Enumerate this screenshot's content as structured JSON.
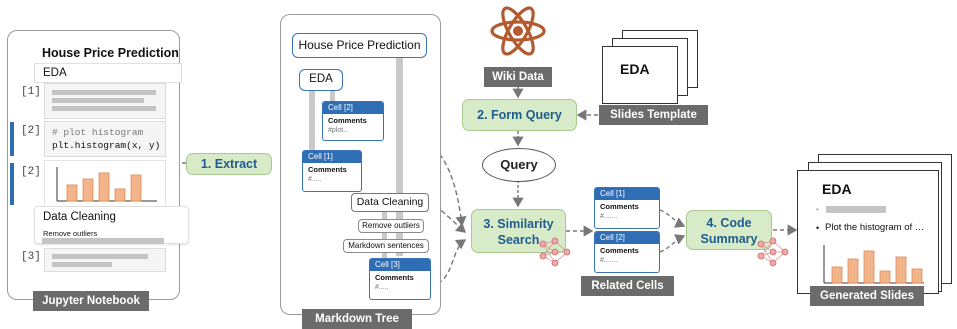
{
  "notebook": {
    "title": "House Price Prediction",
    "eda": "EDA",
    "index_1": "[1]",
    "index_2a": "[2]",
    "code_comment": "# plot histogram",
    "code_line": "plt.histogram(x, y)",
    "index_2b": "[2]",
    "data_cleaning": "Data Cleaning",
    "remove_outliers": "Remove outliers",
    "index_3": "[3]",
    "label": "Jupyter Notebook"
  },
  "extract": {
    "label": "1. Extract"
  },
  "tree": {
    "root": "House Price Prediction",
    "eda": "EDA",
    "cell2_head": "Cell [2]",
    "cell2_comments": "Comments",
    "cell2_hash": "#plot...",
    "cell1_head": "Cell [1]",
    "cell1_comments": "Comments",
    "cell1_hash": "#.....",
    "data_cleaning": "Data Cleaning",
    "remove_outliers": "Remove outliers",
    "markdown_sentences": "Markdown sentences",
    "cell3_head": "Cell [3]",
    "cell3_comments": "Comments",
    "cell3_hash": "#.....",
    "label": "Markdown Tree"
  },
  "wiki": {
    "label": "Wiki Data"
  },
  "form_query": {
    "label": "2. Form Query"
  },
  "template": {
    "slide_title": "EDA",
    "label": "Slides Template"
  },
  "query": {
    "label": "Query"
  },
  "similarity": {
    "line1": "3. Similarity",
    "line2": "Search"
  },
  "related": {
    "cell1_head": "Cell [1]",
    "cell1_comments": "Comments",
    "cell1_hash": "#.......",
    "cell2_head": "Cell [2]",
    "cell2_comments": "Comments",
    "cell2_hash": "#.......",
    "label": "Related Cells"
  },
  "summary": {
    "line1": "4. Code",
    "line2": "Summary"
  },
  "slides": {
    "title": "EDA",
    "bullet": "Plot the histogram of …",
    "label": "Generated Slides"
  },
  "colors": {
    "accent_blue": "#2f6db5",
    "green_fill": "#d7ebc8",
    "bar_orange": "#f2b48a",
    "dark_label": "#6b6b6b"
  }
}
